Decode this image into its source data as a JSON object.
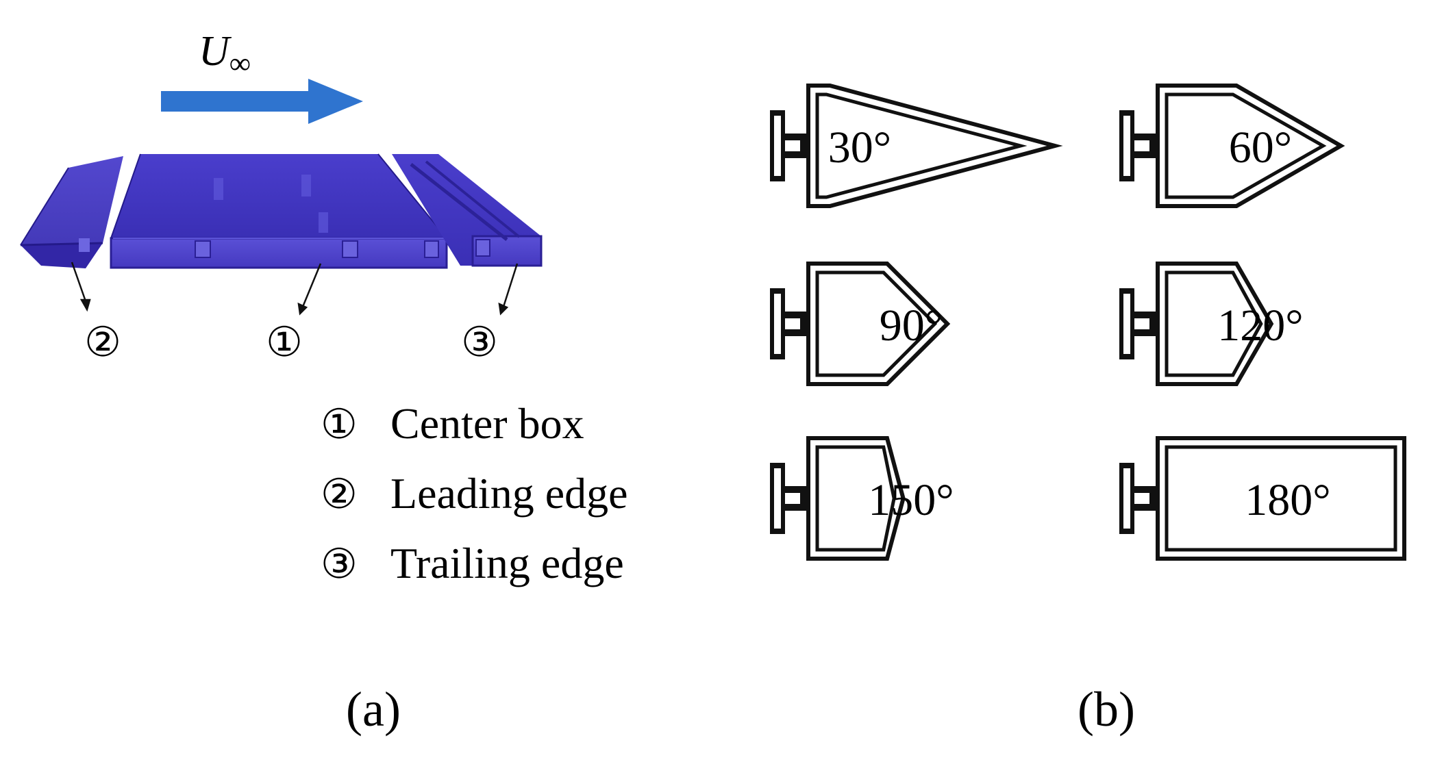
{
  "panel_a": {
    "flow_symbol": "U",
    "flow_subscript": "∞",
    "flow_arrow_color": "#2f74cf",
    "deck_color": "#3b2fb8",
    "deck_edge_color": "#241a8a",
    "callouts": [
      {
        "number": "②",
        "id": "leading-edge"
      },
      {
        "number": "①",
        "id": "center-box"
      },
      {
        "number": "③",
        "id": "trailing-edge"
      }
    ],
    "legend": [
      {
        "number": "①",
        "label": "Center box"
      },
      {
        "number": "②",
        "label": "Leading edge"
      },
      {
        "number": "③",
        "label": "Trailing edge"
      }
    ],
    "caption": "(a)"
  },
  "panel_b": {
    "stroke_color": "#111111",
    "sections": [
      {
        "angle": 30,
        "label": "30°"
      },
      {
        "angle": 60,
        "label": "60°"
      },
      {
        "angle": 90,
        "label": "90°"
      },
      {
        "angle": 120,
        "label": "120°"
      },
      {
        "angle": 150,
        "label": "150°"
      },
      {
        "angle": 180,
        "label": "180°"
      }
    ],
    "caption": "(b)"
  }
}
